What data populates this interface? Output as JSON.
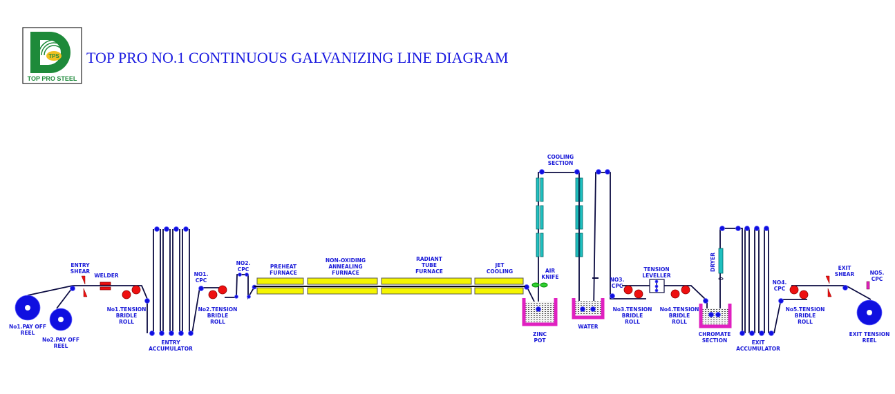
{
  "title": "TOP PRO  NO.1  CONTINUOUS  GALVANIZING  LINE  DIAGRAM",
  "logo": {
    "letter": "D",
    "badge": "TPS",
    "company": "TOP PRO STEEL"
  },
  "colors": {
    "text": "#1a1ad8",
    "roll": "#1010e0",
    "bridle": "#ee1010",
    "furnace": "#f5f500",
    "cooling": "#20c0c0",
    "pot": "#e020c0",
    "air_knife": "#30d030"
  },
  "labels": {
    "no1_pay_off": [
      "No1.PAY OFF",
      "REEL"
    ],
    "no2_pay_off": [
      "No2.PAY OFF",
      "REEL"
    ],
    "entry_shear": [
      "ENTRY",
      "SHEAR"
    ],
    "welder": [
      "WELDER"
    ],
    "no1_bridle": [
      "No1.TENSION",
      "BRIDLE",
      "ROLL"
    ],
    "entry_accumulator": [
      "ENTRY",
      "ACCUMULATOR"
    ],
    "no1_cpc": [
      "NO1.",
      "CPC"
    ],
    "no2_cpc": [
      "NO2.",
      "CPC"
    ],
    "no2_bridle": [
      "No2.TENSION",
      "BRIDLE",
      "ROLL"
    ],
    "preheat": [
      "PREHEAT",
      "FURNACE"
    ],
    "nof": [
      "NON-OXIDING",
      "ANNEALING",
      "FURNACE"
    ],
    "rtf": [
      "RADIANT",
      "TUBE",
      "FURNACE"
    ],
    "jet": [
      "JET",
      "COOLING"
    ],
    "cooling_section": [
      "COOLING",
      "SECTION"
    ],
    "air_knife": [
      "AIR",
      "KNIFE"
    ],
    "zinc_pot": [
      "ZINC",
      "POT"
    ],
    "water": [
      "WATER"
    ],
    "no3_cpc": [
      "NO3.",
      "CPC"
    ],
    "tension_leveller": [
      "TENSION",
      "LEVELLER"
    ],
    "no3_bridle": [
      "No3.TENSION",
      "BRIDLE",
      "ROLL"
    ],
    "no4_bridle": [
      "No4.TENSION",
      "BRIDLE",
      "ROLL"
    ],
    "chromate": [
      "CHROMATE",
      "SECTION"
    ],
    "dryer": [
      "DRYER"
    ],
    "exit_accumulator": [
      "EXIT",
      "ACCUMULATOR"
    ],
    "no4_cpc": [
      "NO4.",
      "CPC"
    ],
    "no5_bridle": [
      "No5.TENSION",
      "BRIDLE",
      "ROLL"
    ],
    "exit_shear": [
      "EXIT",
      "SHEAR"
    ],
    "no5_cpc": [
      "NO5.",
      "CPC"
    ],
    "exit_reel": [
      "EXIT TENSION",
      "REEL"
    ]
  }
}
